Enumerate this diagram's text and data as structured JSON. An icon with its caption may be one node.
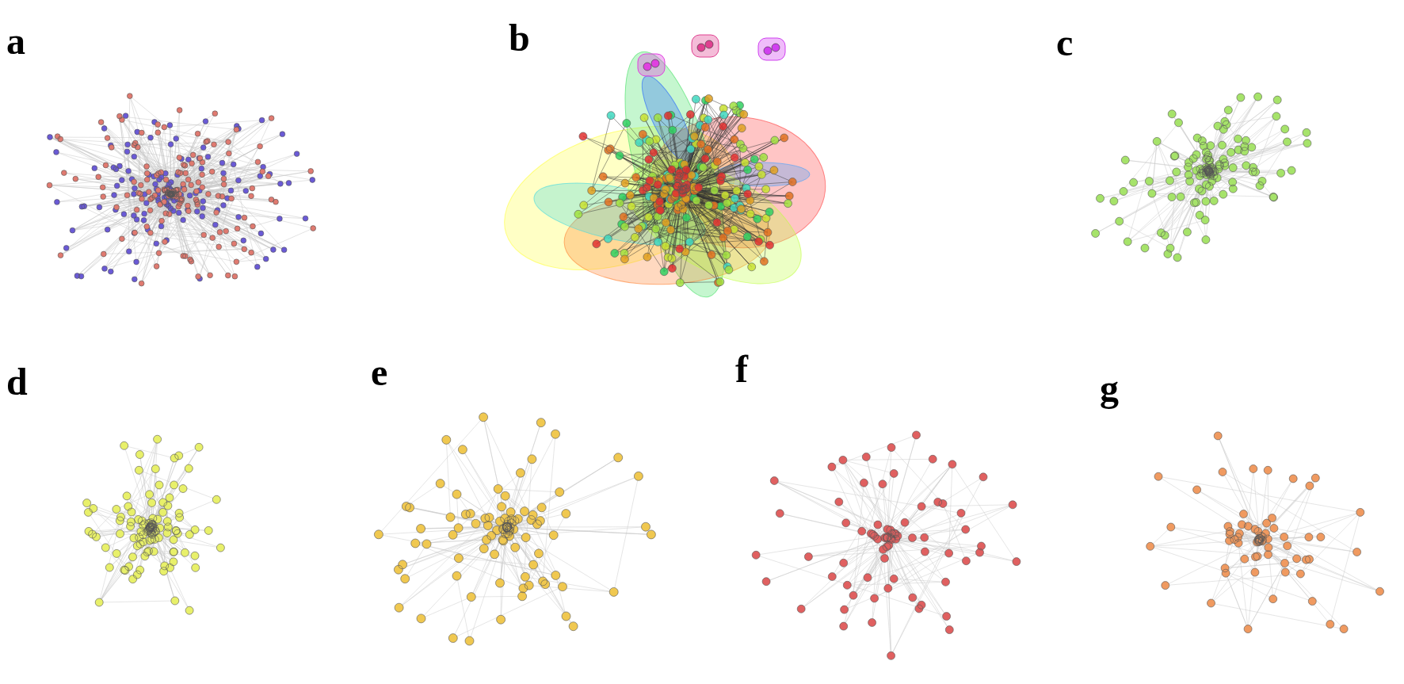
{
  "diagram": {
    "labels": [
      "a",
      "b",
      "c",
      "d",
      "e",
      "f",
      "g"
    ]
  }
}
